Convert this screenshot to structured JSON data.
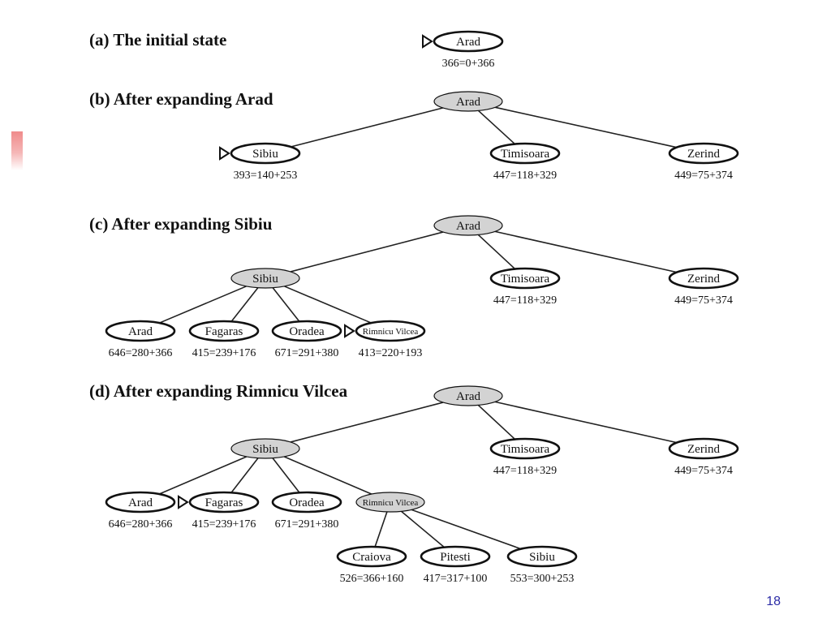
{
  "colors": {
    "expanded_fill": "#d3d3d3",
    "frontier_fill": "#ffffff",
    "outline": "#111111",
    "page_number": "#2b2ba6",
    "accent": "#f08b8b"
  },
  "page_number": "18",
  "sections": [
    {
      "title": "(a) The initial state",
      "nodes": [
        {
          "id": "arad",
          "label": "Arad",
          "cost": "366=0+366",
          "expanded": false,
          "marker": true
        }
      ],
      "edges": []
    },
    {
      "title": "(b) After expanding Arad",
      "nodes": [
        {
          "id": "arad",
          "label": "Arad",
          "cost": "",
          "expanded": true,
          "marker": false
        },
        {
          "id": "sibiu",
          "label": "Sibiu",
          "cost": "393=140+253",
          "expanded": false,
          "marker": true
        },
        {
          "id": "timisoara",
          "label": "Timisoara",
          "cost": "447=118+329",
          "expanded": false,
          "marker": false
        },
        {
          "id": "zerind",
          "label": "Zerind",
          "cost": "449=75+374",
          "expanded": false,
          "marker": false
        }
      ],
      "edges": [
        [
          "arad",
          "sibiu"
        ],
        [
          "arad",
          "timisoara"
        ],
        [
          "arad",
          "zerind"
        ]
      ]
    },
    {
      "title": "(c) After expanding Sibiu",
      "nodes": [
        {
          "id": "arad",
          "label": "Arad",
          "cost": "",
          "expanded": true,
          "marker": false
        },
        {
          "id": "sibiu",
          "label": "Sibiu",
          "cost": "",
          "expanded": true,
          "marker": false
        },
        {
          "id": "timisoara",
          "label": "Timisoara",
          "cost": "447=118+329",
          "expanded": false,
          "marker": false
        },
        {
          "id": "zerind",
          "label": "Zerind",
          "cost": "449=75+374",
          "expanded": false,
          "marker": false
        },
        {
          "id": "arad2",
          "label": "Arad",
          "cost": "646=280+366",
          "expanded": false,
          "marker": false
        },
        {
          "id": "fagaras",
          "label": "Fagaras",
          "cost": "415=239+176",
          "expanded": false,
          "marker": false
        },
        {
          "id": "oradea",
          "label": "Oradea",
          "cost": "671=291+380",
          "expanded": false,
          "marker": false
        },
        {
          "id": "rimnicu",
          "label": "Rimnicu Vilcea",
          "cost": "413=220+193",
          "expanded": false,
          "marker": true,
          "small": true
        }
      ],
      "edges": [
        [
          "arad",
          "sibiu"
        ],
        [
          "arad",
          "timisoara"
        ],
        [
          "arad",
          "zerind"
        ],
        [
          "sibiu",
          "arad2"
        ],
        [
          "sibiu",
          "fagaras"
        ],
        [
          "sibiu",
          "oradea"
        ],
        [
          "sibiu",
          "rimnicu"
        ]
      ]
    },
    {
      "title": "(d) After expanding Rimnicu Vilcea",
      "nodes": [
        {
          "id": "arad",
          "label": "Arad",
          "cost": "",
          "expanded": true,
          "marker": false
        },
        {
          "id": "sibiu",
          "label": "Sibiu",
          "cost": "",
          "expanded": true,
          "marker": false
        },
        {
          "id": "timisoara",
          "label": "Timisoara",
          "cost": "447=118+329",
          "expanded": false,
          "marker": false
        },
        {
          "id": "zerind",
          "label": "Zerind",
          "cost": "449=75+374",
          "expanded": false,
          "marker": false
        },
        {
          "id": "arad2",
          "label": "Arad",
          "cost": "646=280+366",
          "expanded": false,
          "marker": false
        },
        {
          "id": "fagaras",
          "label": "Fagaras",
          "cost": "415=239+176",
          "expanded": false,
          "marker": true
        },
        {
          "id": "oradea",
          "label": "Oradea",
          "cost": "671=291+380",
          "expanded": false,
          "marker": false
        },
        {
          "id": "rimnicu",
          "label": "Rimnicu Vilcea",
          "cost": "",
          "expanded": true,
          "marker": false,
          "small": true
        },
        {
          "id": "craiova",
          "label": "Craiova",
          "cost": "526=366+160",
          "expanded": false,
          "marker": false
        },
        {
          "id": "pitesti",
          "label": "Pitesti",
          "cost": "417=317+100",
          "expanded": false,
          "marker": false
        },
        {
          "id": "sibiu2",
          "label": "Sibiu",
          "cost": "553=300+253",
          "expanded": false,
          "marker": false
        }
      ],
      "edges": [
        [
          "arad",
          "sibiu"
        ],
        [
          "arad",
          "timisoara"
        ],
        [
          "arad",
          "zerind"
        ],
        [
          "sibiu",
          "arad2"
        ],
        [
          "sibiu",
          "fagaras"
        ],
        [
          "sibiu",
          "oradea"
        ],
        [
          "sibiu",
          "rimnicu"
        ],
        [
          "rimnicu",
          "craiova"
        ],
        [
          "rimnicu",
          "pitesti"
        ],
        [
          "rimnicu",
          "sibiu2"
        ]
      ]
    }
  ]
}
